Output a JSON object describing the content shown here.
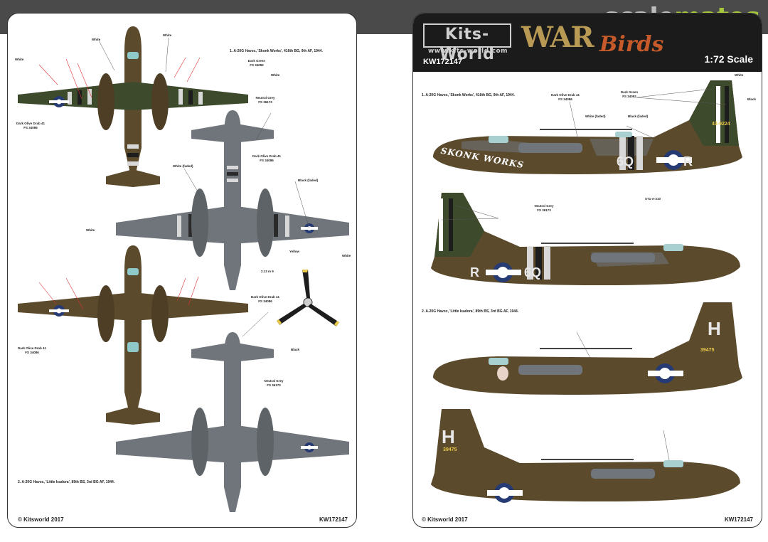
{
  "site_logo": {
    "part1": "scale",
    "part2": "mates"
  },
  "left_sheet": {
    "caption_top": "1. A-20G Havoc, 'Skonk Works', 416th BG, 9th AF, 1944.",
    "caption_bottom": "2. A-20G Havoc, 'Little Isadora', 89th BS, 3rd BG AF, 1944.",
    "footer_left": "© Kitsworld 2017",
    "footer_right": "KW172147",
    "labels": {
      "white_top1": "White",
      "white_top2": "White",
      "white_left": "White",
      "dark_green": "Dark Green\nFS 34092",
      "white_right": "White",
      "neutral_grey1": "Neutral Grey\nFS 36173",
      "olive_drab1": "Dark Olive Drab 41\nFS 34086",
      "olive_drab2": "Dark Olive Drab 41\nFS 34086",
      "white_faded": "White (faded)",
      "black_faded": "Black (faded)",
      "white_wing": "White",
      "white_tip": "White",
      "yellow": "Yellow",
      "prop_size": "2.13 m 9",
      "olive_drab3": "Dark Olive Drab 41\nFS 34086",
      "olive_drab4": "Dark Olive Drab 41\nFS 34086",
      "black": "Black",
      "neutral_grey2": "Neutral Grey\nFS 36173"
    }
  },
  "right_sheet": {
    "brand_name": "Kits-World",
    "brand_url": "www.kits-world.com",
    "product_code": "KW172147",
    "series_title": "WAR",
    "series_subtitle": "Birds",
    "scale": "1:72 Scale",
    "caption_1": "1. A-20G Havoc, 'Skonk Works', 416th BG, 9th AF, 1944.",
    "caption_2": "2. A-20G Havoc, 'Little Isadora', 89th BS, 3rd BG AF, 1944.",
    "nose_art_1": "SKONK WORKS",
    "serial_1": "43-9224",
    "code_1": "6Q",
    "code_1_letter": "R",
    "code_2_letter": "H",
    "serial_2": "39475",
    "footer_left": "© Kitsworld 2017",
    "footer_right": "KW172147",
    "labels": {
      "olive_drab": "Dark Olive Drab 41\nFS 34086",
      "dark_green": "Dark Green\nFS 34092",
      "white": "White",
      "black": "Black",
      "white_faded": "White (faded)",
      "black_faded": "Black (faded)",
      "neutral_grey": "Neutral Grey\nFS 36173",
      "stencil": "ST1-A-210"
    }
  },
  "colors": {
    "olive_drab": "#5b4a2c",
    "dark_green": "#3d4a2c",
    "neutral_grey": "#6f757a",
    "invasion_white": "#d8d8d8",
    "insignia_blue": "#263a73",
    "topbar": "#4a4a4a",
    "logo_green": "#a7c83b"
  }
}
